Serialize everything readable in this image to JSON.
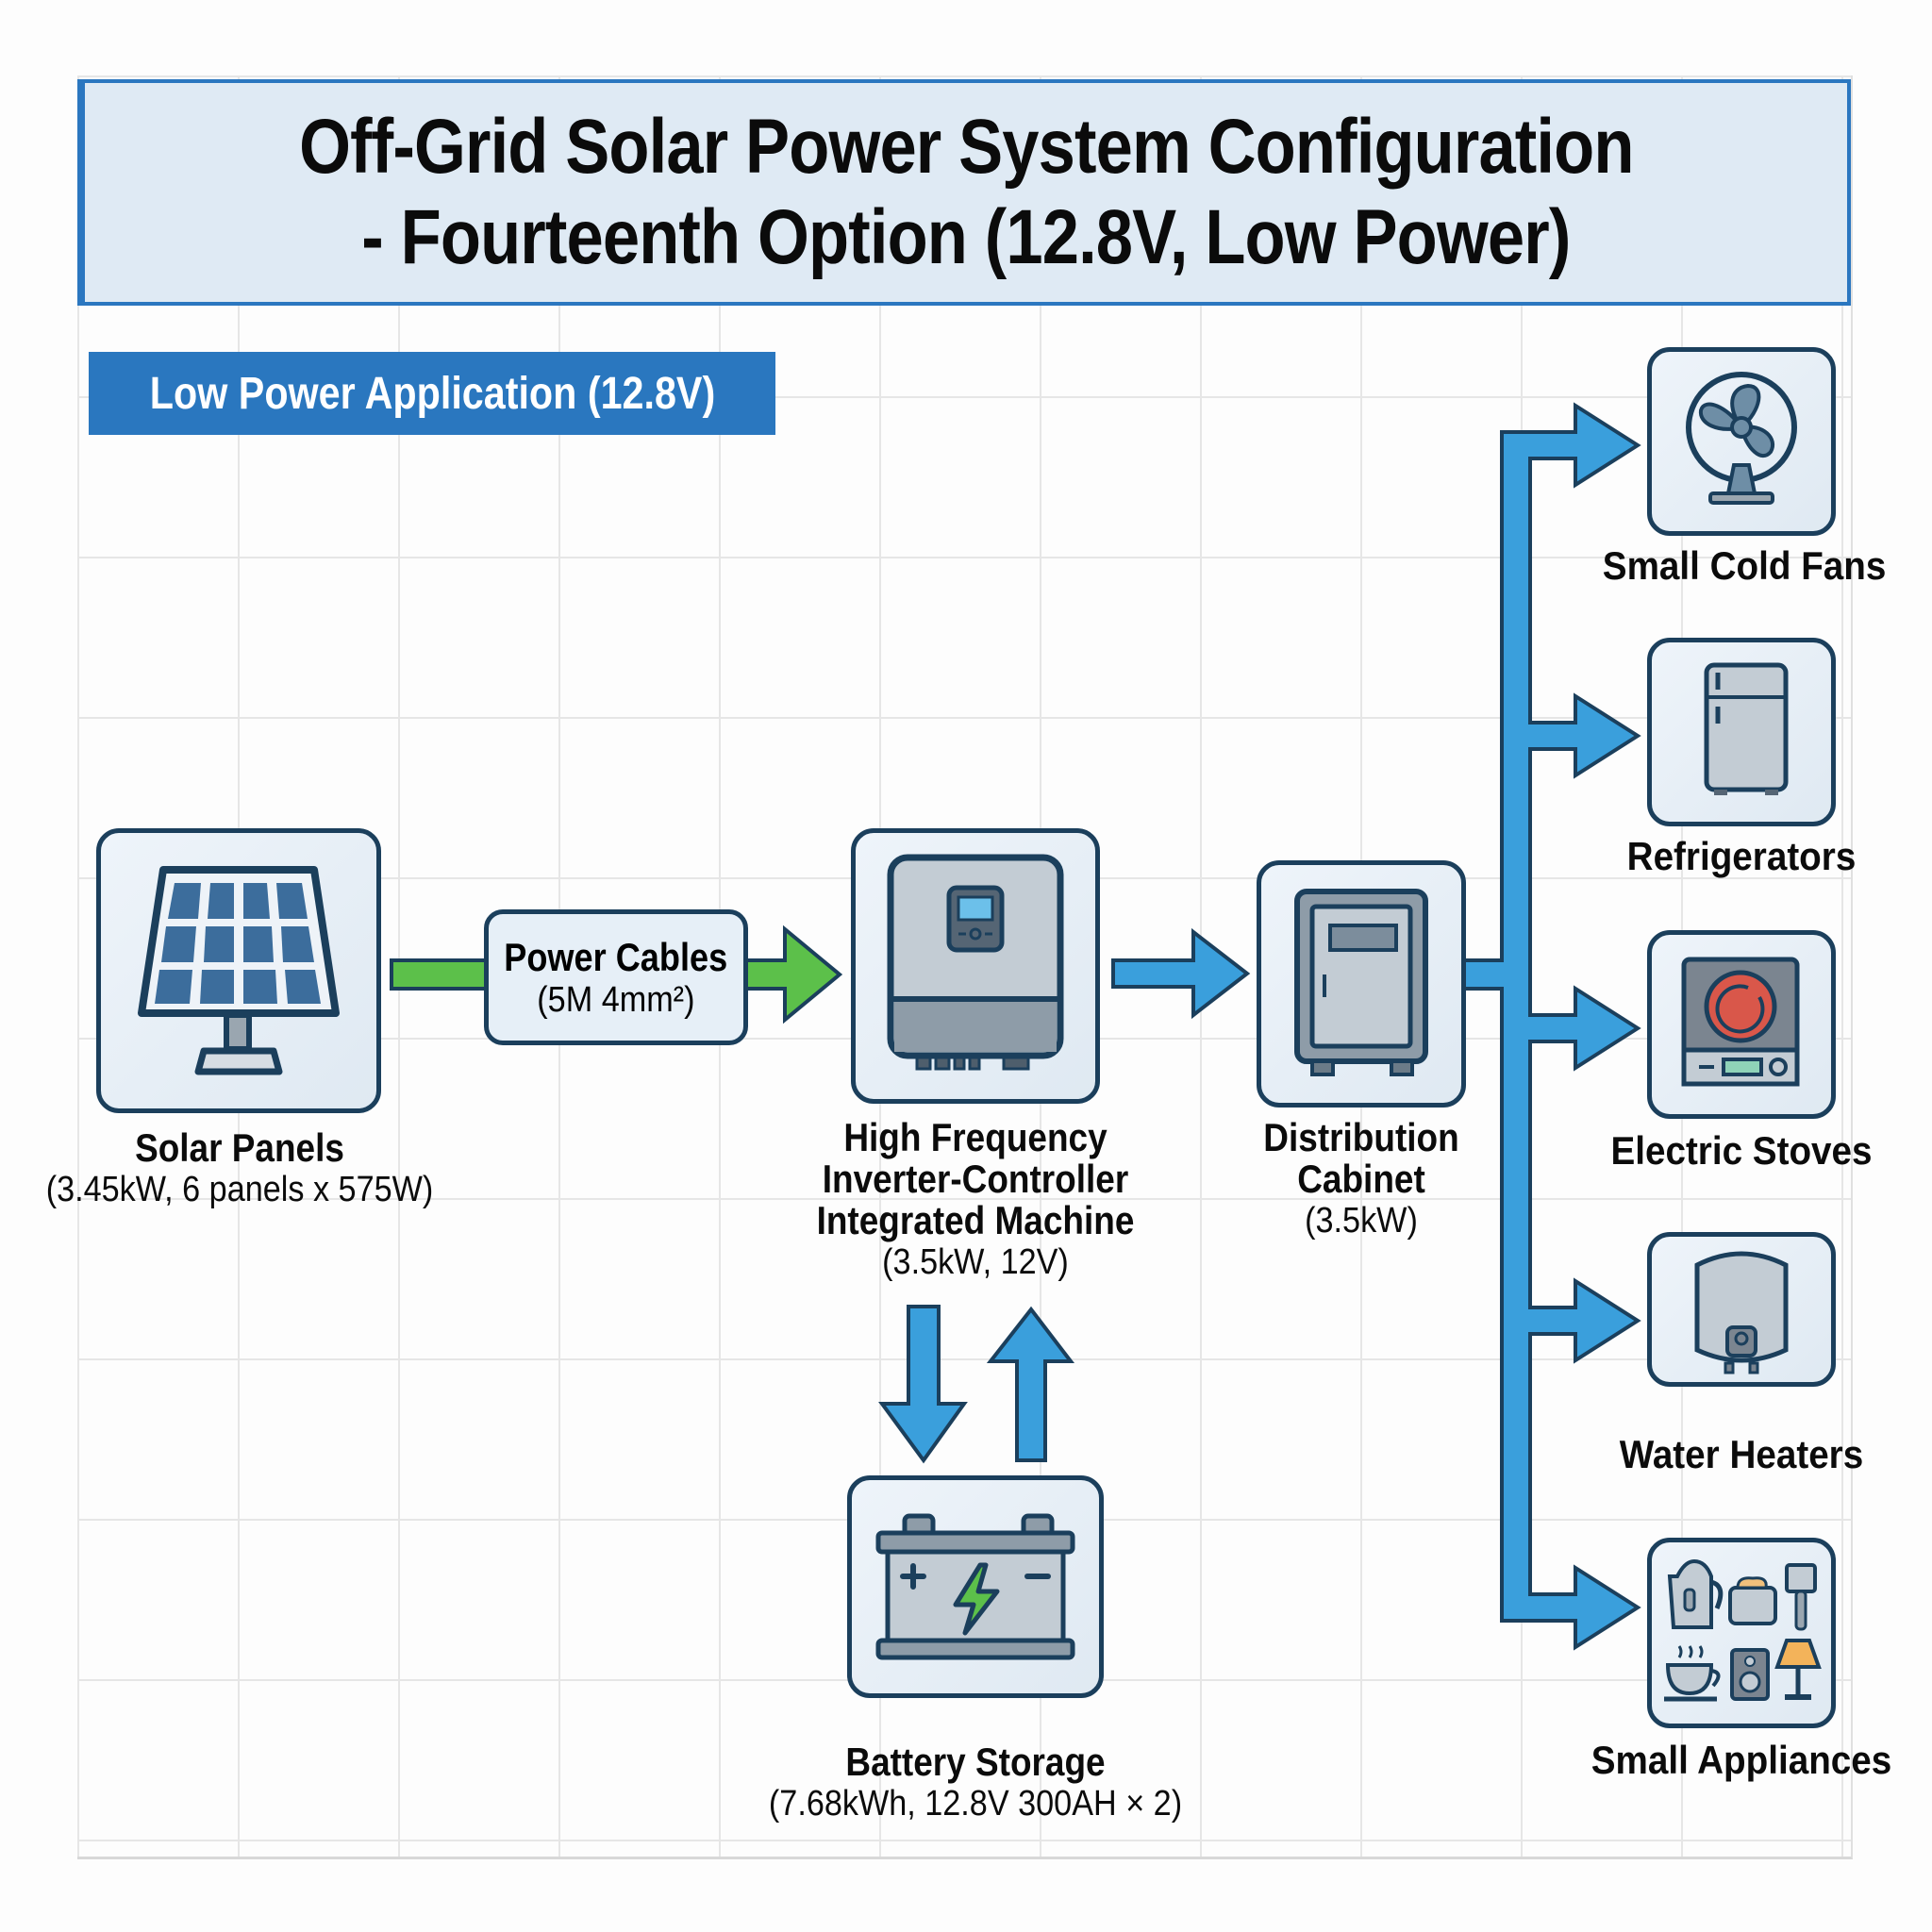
{
  "title": {
    "line1": "Off-Grid Solar Power System Configuration",
    "line2": "- Fourteenth Option (12.8V, Low Power)"
  },
  "badge": "Low Power Application (12.8V)",
  "components": {
    "solar": {
      "name": "Solar Panels",
      "spec": "(3.45kW, 6 panels x 575W)",
      "icon": "solar-panel-icon"
    },
    "cables": {
      "name": "Power Cables",
      "spec": "(5M 4mm²)"
    },
    "inverter": {
      "name_lines": [
        "High Frequency",
        "Inverter-Controller",
        "Integrated Machine"
      ],
      "spec": "(3.5kW, 12V)",
      "icon": "inverter-icon"
    },
    "cabinet": {
      "name_lines": [
        "Distribution",
        "Cabinet"
      ],
      "spec": "(3.5kW)",
      "icon": "cabinet-icon"
    },
    "battery": {
      "name": "Battery Storage",
      "spec": "(7.68kWh, 12.8V 300AH × 2)",
      "icon": "battery-icon"
    }
  },
  "appliances": [
    {
      "label": "Small Cold Fans",
      "icon": "fan-icon"
    },
    {
      "label": "Refrigerators",
      "icon": "refrigerator-icon"
    },
    {
      "label": "Electric Stoves",
      "icon": "stove-icon"
    },
    {
      "label": "Water Heaters",
      "icon": "water-heater-icon"
    },
    {
      "label": "Small Appliances",
      "icon": "small-appliances-icon"
    }
  ],
  "colors": {
    "accent_blue": "#2a77bf",
    "flow_blue": "#3a9fdc",
    "flow_green": "#5cc04a",
    "outline": "#1b3f5c",
    "card_bg": "#e6eff7"
  }
}
